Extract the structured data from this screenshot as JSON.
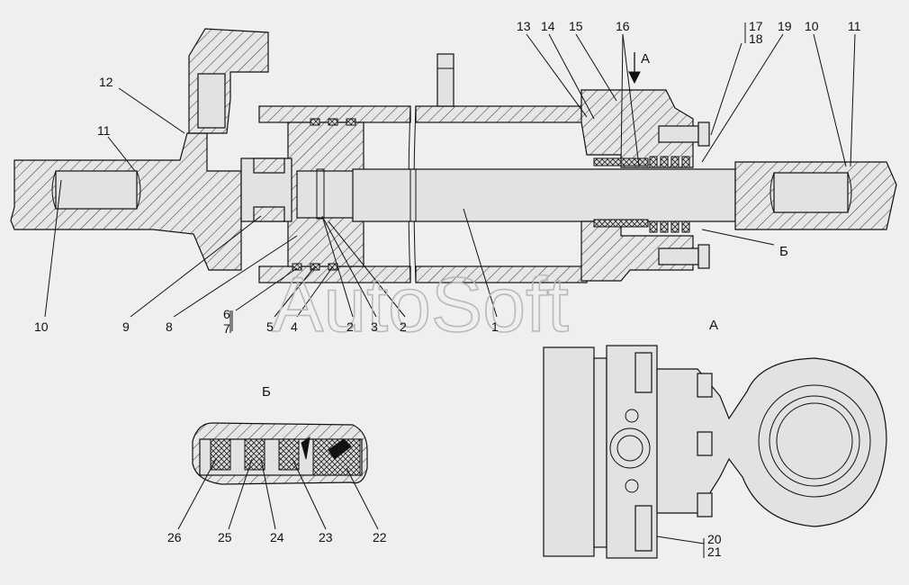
{
  "watermark": "AutoSoft",
  "view_labels": {
    "view_a": "А",
    "view_b": "Б",
    "arrow_a": "А",
    "pointer_b": "Б"
  },
  "main_callouts": {
    "n13": "13",
    "n14": "14",
    "n15": "15",
    "n16": "16",
    "n17": "17",
    "n18": "18",
    "n19": "19",
    "n10_right": "10",
    "n11_right": "11",
    "n12": "12",
    "n11_left": "11",
    "n10_left": "10",
    "n9": "9",
    "n8": "8",
    "n6": "6",
    "n7": "7",
    "n5": "5",
    "n4": "4",
    "n2_a": "2",
    "n3": "3",
    "n2_b": "2",
    "n1": "1"
  },
  "detail_b_callouts": {
    "n26": "26",
    "n25": "25",
    "n24": "24",
    "n23": "23",
    "n22": "22"
  },
  "view_a_callouts": {
    "n20": "20",
    "n21": "21"
  }
}
